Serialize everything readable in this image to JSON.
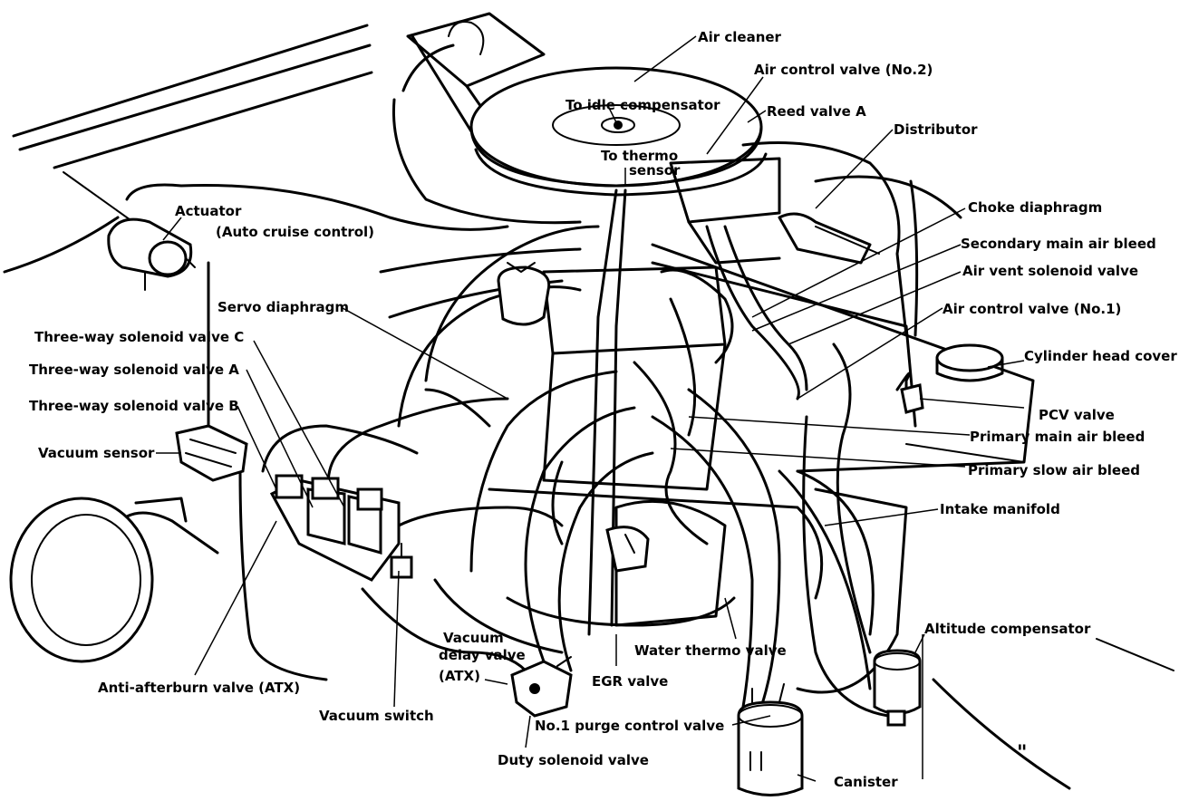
{
  "labels": {
    "air_cleaner": "Air cleaner",
    "air_control_valve_2": "Air control valve (No.2)",
    "to_idle_compensator": "To idle compensator",
    "reed_valve_a": "Reed valve A",
    "distributor": "Distributor",
    "to_thermo_line1": "To thermo",
    "to_thermo_line2": "sensor",
    "actuator_line1": "Actuator",
    "actuator_line2": "(Auto cruise control)",
    "choke_diaphragm": "Choke diaphragm",
    "secondary_main_air_bleed": "Secondary main air bleed",
    "air_vent_solenoid_valve": "Air vent solenoid valve",
    "air_control_valve_1": "Air control valve (No.1)",
    "servo_diaphragm": "Servo diaphragm",
    "three_way_c": "Three-way solenoid valve C",
    "three_way_a": "Three-way solenoid valve A",
    "three_way_b": "Three-way solenoid valve B",
    "cylinder_head_cover": "Cylinder head cover",
    "pcv_valve": "PCV valve",
    "primary_main_air_bleed": "Primary main air bleed",
    "vacuum_sensor": "Vacuum sensor",
    "primary_slow_air_bleed": "Primary slow air bleed",
    "intake_manifold": "Intake manifold",
    "altitude_compensator": "Altitude compensator",
    "vacuum_delay_line1": "Vacuum",
    "vacuum_delay_line2": "delay valve",
    "vacuum_delay_line3": "(ATX)",
    "water_thermo_valve": "Water thermo valve",
    "egr_valve": "EGR valve",
    "anti_afterburn_valve": "Anti-afterburn valve (ATX)",
    "vacuum_switch": "Vacuum switch",
    "purge_control_valve": "No.1 purge control valve",
    "duty_solenoid_valve": "Duty solenoid valve",
    "canister": "Canister",
    "corner_mark": "\""
  }
}
